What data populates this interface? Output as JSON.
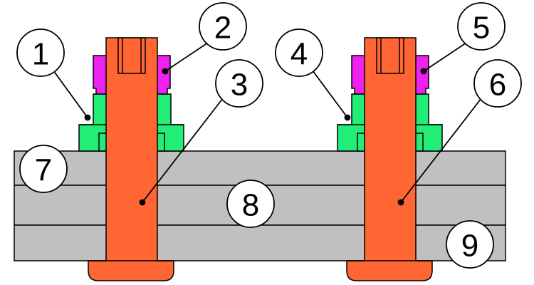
{
  "colors": {
    "plate": "#c0c0c0",
    "bolt": "#ff6633",
    "collar": "#22ee77",
    "cap": "#ee22ee",
    "outline": "#000000",
    "background": "#ffffff"
  },
  "callouts": {
    "c1": "1",
    "c2": "2",
    "c3": "3",
    "c4": "4",
    "c5": "5",
    "c6": "6",
    "c7": "7",
    "c8": "8",
    "c9": "9"
  }
}
